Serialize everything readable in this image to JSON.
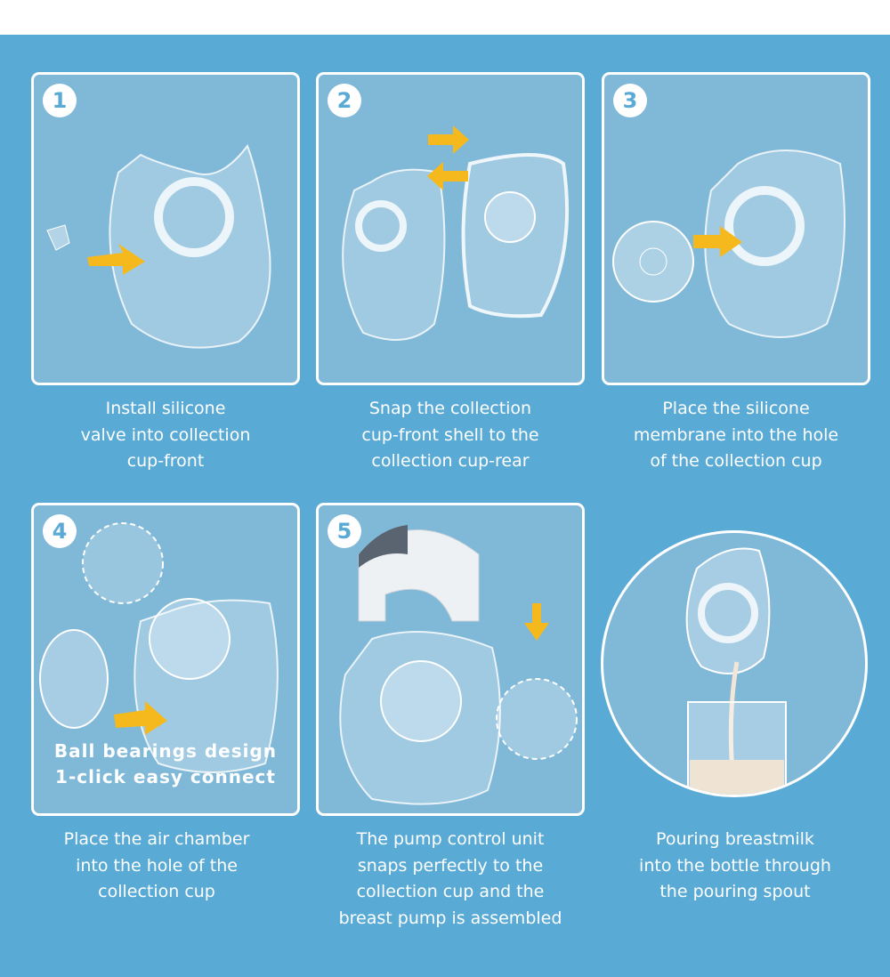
{
  "colors": {
    "background": "#5aaad6",
    "panel": "#80b8d8",
    "border": "#ffffff",
    "arrow": "#f5b91e"
  },
  "steps": [
    {
      "number": "1",
      "caption": [
        "Install silicone",
        "valve into collection",
        "cup-front"
      ]
    },
    {
      "number": "2",
      "caption": [
        "Snap the collection",
        "cup-front shell to the",
        "collection cup-rear"
      ]
    },
    {
      "number": "3",
      "caption": [
        "Place the silicone",
        "membrane into the hole",
        "of the collection cup"
      ]
    },
    {
      "number": "4",
      "caption": [
        "Place the air chamber",
        "into the hole of the",
        "collection cup"
      ],
      "overlay": [
        "Ball bearings design",
        "1-click easy connect"
      ]
    },
    {
      "number": "5",
      "caption": [
        "The pump control unit",
        "snaps perfectly to the",
        "collection cup and the",
        "breast pump is assembled"
      ]
    },
    {
      "caption": [
        "Pouring breastmilk",
        "into the bottle through",
        "the pouring spout"
      ]
    }
  ]
}
